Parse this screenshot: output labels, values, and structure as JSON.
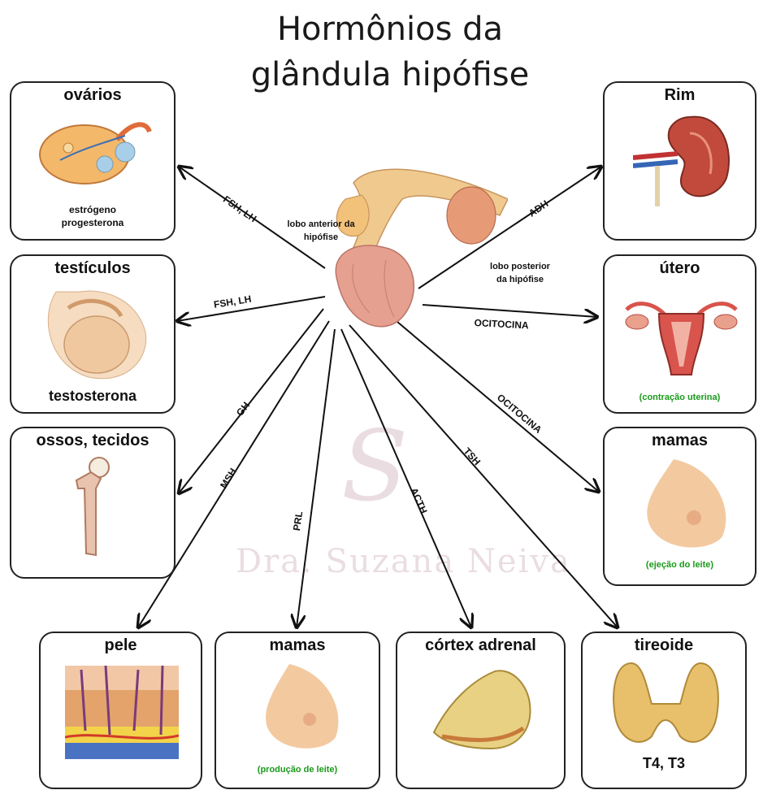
{
  "title_line1": "Hormônios da",
  "title_line2": "glândula hipófise",
  "pituitary": {
    "anterior_label_1": "lobo anterior da",
    "anterior_label_2": "hipófise",
    "posterior_label_1": "lobo posterior",
    "posterior_label_2": "da hipófise"
  },
  "targets": {
    "ovarios": {
      "title": "ovários",
      "caption_1": "estrógeno",
      "caption_2": "progesterona"
    },
    "testiculos": {
      "title": "testículos",
      "caption": "testosterona"
    },
    "ossos": {
      "title": "ossos, tecidos"
    },
    "pele": {
      "title": "pele"
    },
    "mamas_bottom": {
      "title": "mamas",
      "caption": "(produção de leite)"
    },
    "cortex": {
      "title": "córtex adrenal"
    },
    "tireoide": {
      "title": "tireoide",
      "caption": "T4, T3"
    },
    "rim": {
      "title": "Rim"
    },
    "utero": {
      "title": "útero",
      "caption": "(contração uterina)"
    },
    "mamas_right": {
      "title": "mamas",
      "caption": "(ejeção do leite)"
    }
  },
  "hormones": {
    "fsh_lh_ovarios": "FSH, LH",
    "fsh_lh_testiculos": "FSH, LH",
    "gh": "GH",
    "msh": "MSH",
    "prl": "PRL",
    "acth": "ACTH",
    "tsh": "TSH",
    "adh": "ADH",
    "ocitocina_utero": "OCITOCINA",
    "ocitocina_mamas": "OCITOCINA"
  },
  "watermark": {
    "text": "Dra. Suzana Neiva",
    "monogram": "S"
  },
  "colors": {
    "border": "#222222",
    "arrow": "#111111",
    "green_caption": "#1a9a1a",
    "tissue": "#e9a57f",
    "skin": "#f3c9a0"
  }
}
